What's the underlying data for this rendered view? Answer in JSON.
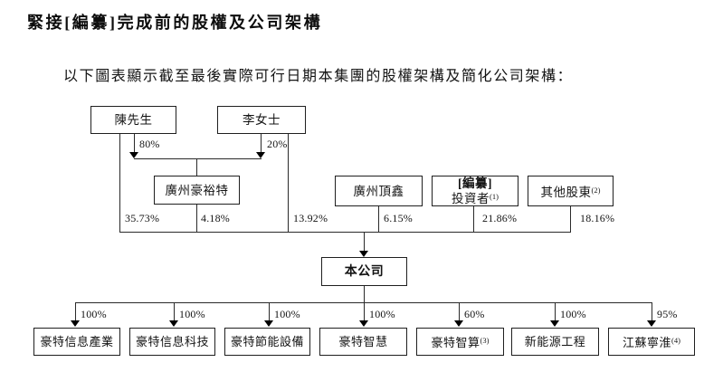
{
  "page": {
    "title": "緊接[編纂]完成前的股權及公司架構",
    "subtitle": "以下圖表顯示截至最後實際可行日期本集團的股權架構及簡化公司架構："
  },
  "colors": {
    "background": "#ffffff",
    "text": "#141414",
    "line": "#2a2a2a"
  },
  "diagram": {
    "shareholders": {
      "chen": {
        "label": "陳先生",
        "holding_in_haoyute": "80%",
        "direct_holding": "35.73%"
      },
      "li": {
        "label": "李女士",
        "holding_in_haoyute": "20%",
        "direct_holding": "13.92%"
      },
      "haoyute": {
        "label": "廣州豪裕特",
        "direct_holding": "4.18%"
      },
      "dingxin": {
        "label": "廣州頂鑫",
        "direct_holding": "6.15%"
      },
      "investors": {
        "label_line1": "[編纂]",
        "label_line2": "投資者",
        "note_ref": "(1)",
        "direct_holding": "21.86%"
      },
      "others": {
        "label": "其他股東",
        "note_ref": "(2)",
        "direct_holding": "18.16%"
      }
    },
    "company": {
      "label": "本公司"
    },
    "subsidiaries": [
      {
        "label": "豪特信息產業",
        "note_ref": "",
        "holding": "100%"
      },
      {
        "label": "豪特信息科技",
        "note_ref": "",
        "holding": "100%"
      },
      {
        "label": "豪特節能設備",
        "note_ref": "",
        "holding": "100%"
      },
      {
        "label": "豪特智慧",
        "note_ref": "",
        "holding": "100%"
      },
      {
        "label": "豪特智算",
        "note_ref": "(3)",
        "holding": "60%"
      },
      {
        "label": "新能源工程",
        "note_ref": "",
        "holding": "100%"
      },
      {
        "label": "江蘇寧淮",
        "note_ref": "(4)",
        "holding": "95%"
      }
    ]
  }
}
